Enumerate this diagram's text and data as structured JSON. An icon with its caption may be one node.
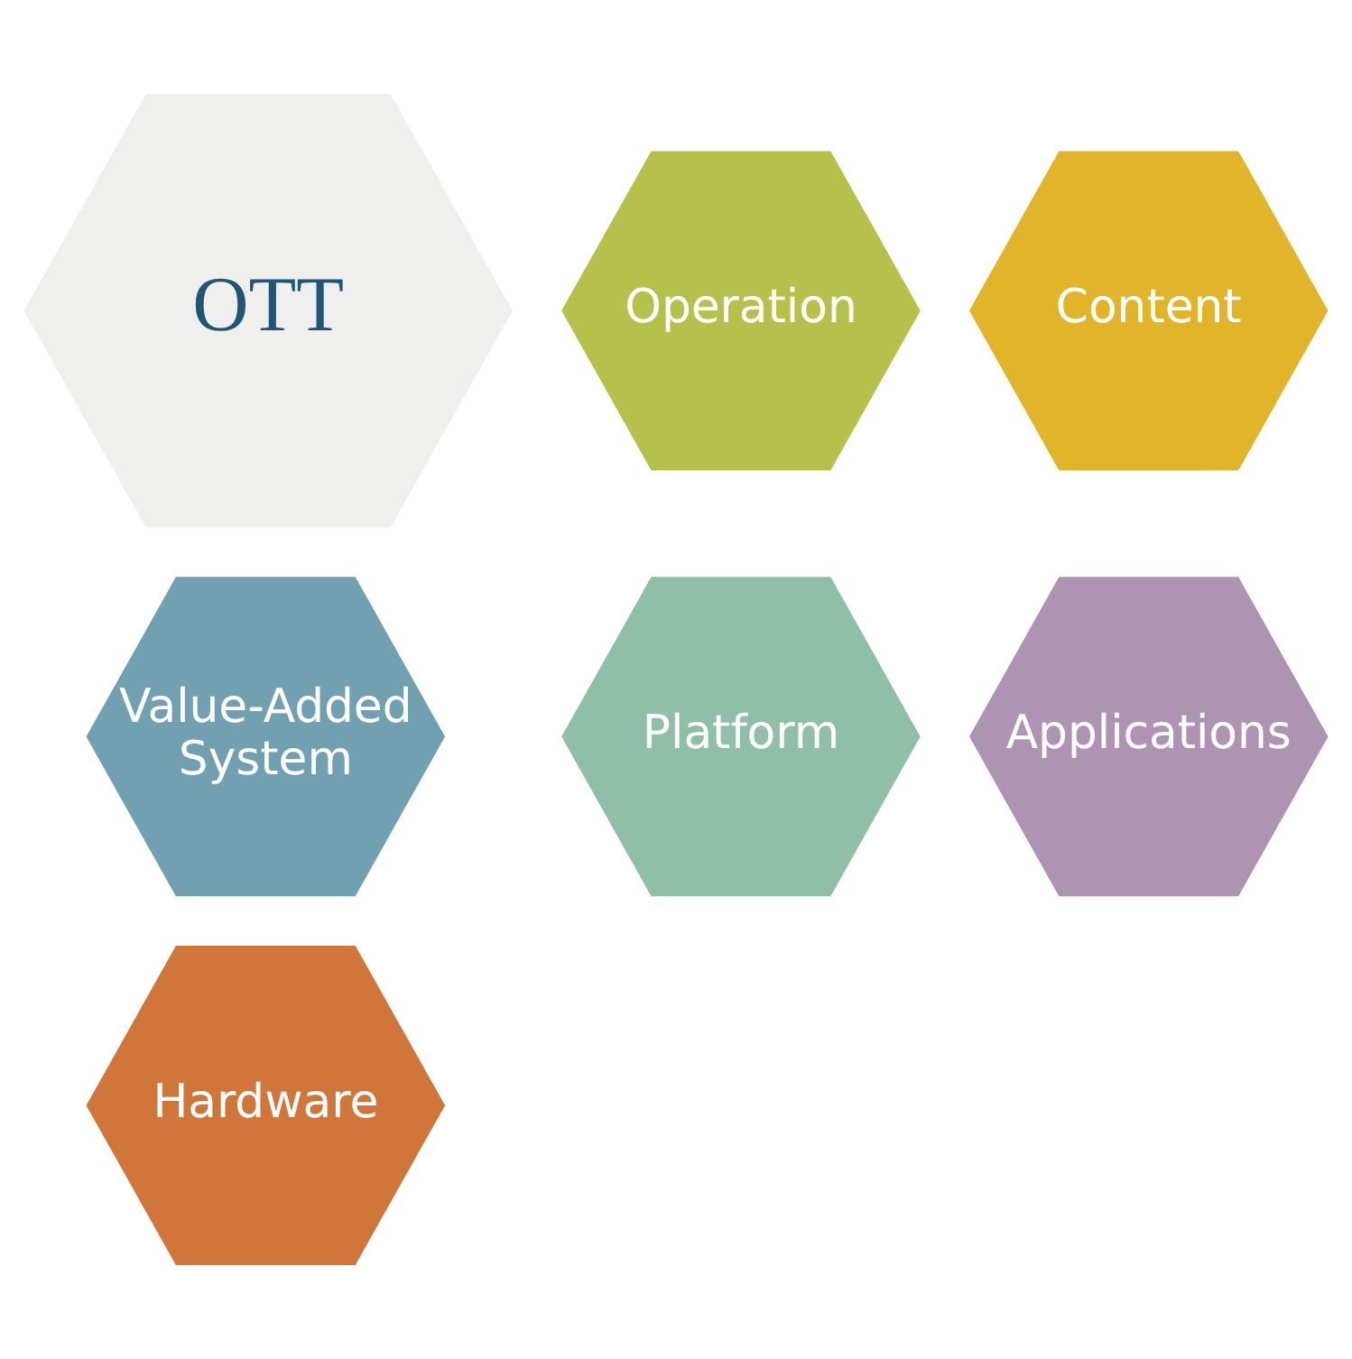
{
  "diagram": {
    "nodes": [
      {
        "text": [
          "OTT"
        ]
      },
      {
        "text": [
          "Operation"
        ]
      },
      {
        "text": [
          "Content"
        ]
      },
      {
        "text": [
          "Value-Added System"
        ]
      },
      {
        "text": [
          "Platform"
        ]
      },
      {
        "text": [
          "Applications"
        ]
      },
      {
        "text": [
          "Hardware"
        ]
      }
    ]
  }
}
